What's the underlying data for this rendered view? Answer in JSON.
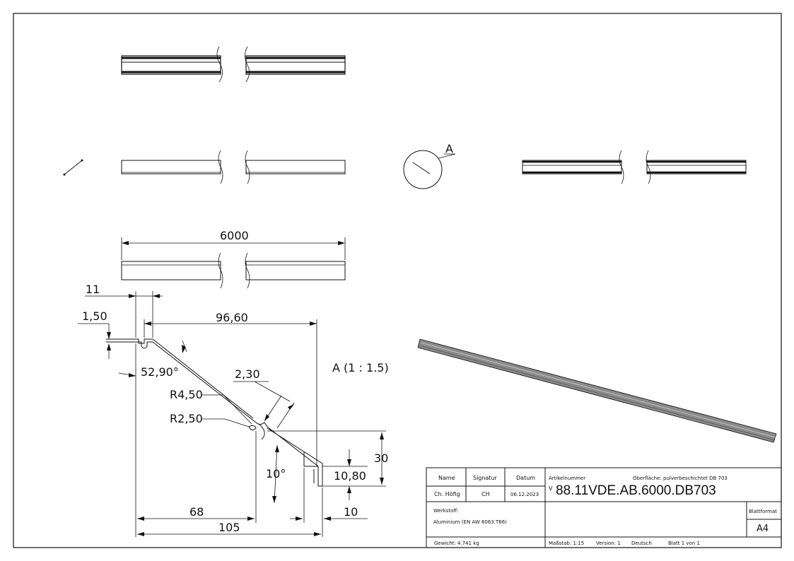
{
  "dimensions": {
    "overall_length": "6000",
    "d11": "11",
    "d1_50": "1,50",
    "d96_60": "96,60",
    "angle": "52,90°",
    "d2_30": "2,30",
    "r4_50": "R4,50",
    "r2_50": "R2,50",
    "d30": "30",
    "angle10": "10°",
    "d10_80": "10,80",
    "d68": "68",
    "d105": "105",
    "d10": "10"
  },
  "detail": {
    "marker": "A",
    "label": "A (1 : 1.5)"
  },
  "title_block": {
    "name_header": "Name",
    "signature_header": "Signatur",
    "date_header": "Datum",
    "name": "Ch. Höfig",
    "signature": "CH",
    "date": "06.12.2023",
    "article_label": "Artikelnummer",
    "surface": "Oberfläche:  pulverbeschichtet DB 703",
    "article_prefix": "V",
    "article_number": "88.11VDE.AB.6000.DB703",
    "material_label": "Werkstoff:",
    "material": "Aluminium (EN AW 6063.T66)",
    "sheet_format_label": "Blattformat",
    "sheet_format": "A4",
    "weight": "Gewicht: 4.741 kg",
    "scale": "Maßstab: 1:15",
    "version": "Version: 1",
    "language": "Deutsch",
    "sheet": "Blatt 1 von 1"
  }
}
